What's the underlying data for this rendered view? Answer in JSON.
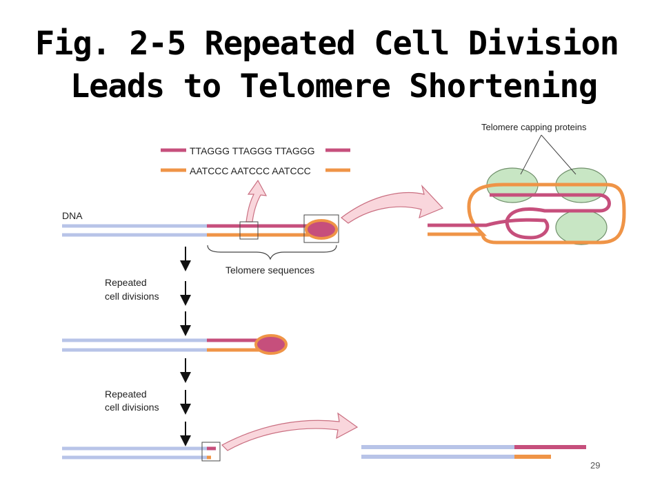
{
  "title": {
    "line1": "Fig. 2-5 Repeated Cell Division",
    "line2": "Leads to Telomere Shortening"
  },
  "labels": {
    "dna": "DNA",
    "top_strand_seq": "TTAGGG TTAGGG TTAGGG",
    "bottom_strand_seq": "AATCCC AATCCC AATCCC",
    "telomere_sequences": "Telomere sequences",
    "capping_proteins": "Telomere capping proteins",
    "repeated_divisions_1_line1": "Repeated",
    "repeated_divisions_1_line2": "cell divisions",
    "repeated_divisions_2_line1": "Repeated",
    "repeated_divisions_2_line2": "cell divisions"
  },
  "page_number": "29",
  "colors": {
    "dna_strand": "#b8c4e8",
    "telomere_top": "#c64f7c",
    "telomere_bottom": "#ef9447",
    "capping_protein_fill": "#c8e6c4",
    "capping_protein_stroke": "#6f8f6a",
    "arrow_fill": "#f9d6dc",
    "arrow_stroke": "#c96e80"
  }
}
